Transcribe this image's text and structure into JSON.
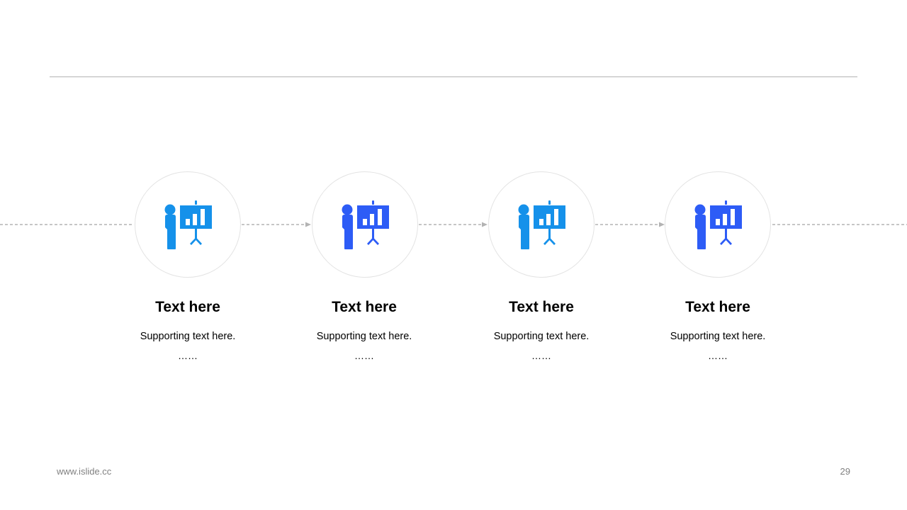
{
  "steps": [
    {
      "title": "Text here",
      "text": "Supporting text here.",
      "ellipsis": "……",
      "icon": "presentation-icon",
      "color": "#1591ea"
    },
    {
      "title": "Text here",
      "text": "Supporting text here.",
      "ellipsis": "……",
      "icon": "presentation-icon",
      "color": "#2d5cf6"
    },
    {
      "title": "Text here",
      "text": "Supporting text here.",
      "ellipsis": "……",
      "icon": "presentation-icon",
      "color": "#1591ea"
    },
    {
      "title": "Text here",
      "text": "Supporting text here.",
      "ellipsis": "……",
      "icon": "presentation-icon",
      "color": "#2d5cf6"
    }
  ],
  "footer": {
    "url": "www.islide.cc",
    "page": "29"
  },
  "colors": {
    "connector": "#b3b3b3",
    "rule": "#b3b3b3"
  }
}
